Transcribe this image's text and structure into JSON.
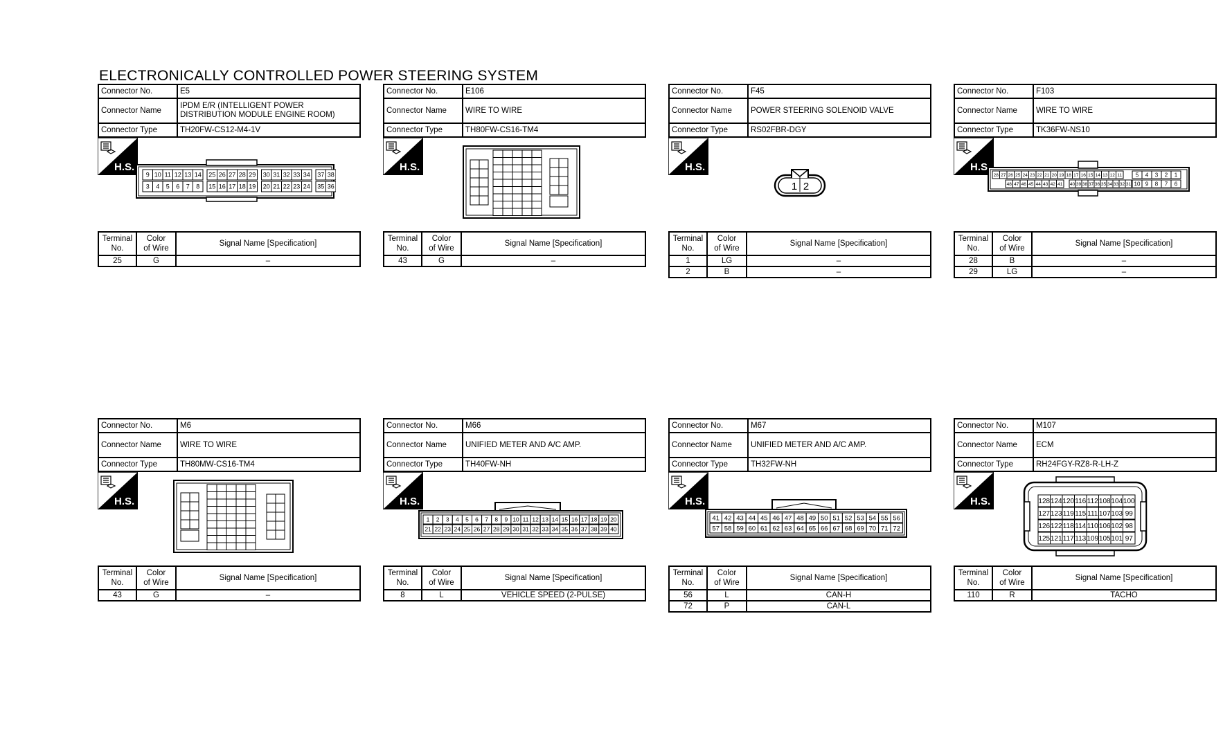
{
  "title": "ELECTRONICALLY CONTROLLED POWER STEERING SYSTEM",
  "labels": {
    "connector_no": "Connector No.",
    "connector_name": "Connector Name",
    "connector_type": "Connector Type",
    "terminal_no_1": "Terminal",
    "terminal_no_2": "No.",
    "color_1": "Color",
    "color_2": "of Wire",
    "signal": "Signal Name [Specification]",
    "hs": "H.S."
  },
  "connectors": [
    {
      "no": "E5",
      "name": "IPDM E/R (INTELLIGENT POWER DISTRIBUTION MODULE ENGINE ROOM)",
      "type": "TH20FW-CS12-M4-1V",
      "rows": [
        {
          "terminal": "25",
          "color": "G",
          "signal": "–"
        }
      ]
    },
    {
      "no": "E106",
      "name": "WIRE TO WIRE",
      "type": "TH80FW-CS16-TM4",
      "rows": [
        {
          "terminal": "43",
          "color": "G",
          "signal": "–"
        }
      ]
    },
    {
      "no": "F45",
      "name": "POWER STEERING SOLENOID VALVE",
      "type": "RS02FBR-DGY",
      "pins": [
        "1",
        "2"
      ],
      "rows": [
        {
          "terminal": "1",
          "color": "LG",
          "signal": "–"
        },
        {
          "terminal": "2",
          "color": "B",
          "signal": "–"
        }
      ]
    },
    {
      "no": "F103",
      "name": "WIRE TO WIRE",
      "type": "TK36FW-NS10",
      "rows": [
        {
          "terminal": "28",
          "color": "B",
          "signal": "–"
        },
        {
          "terminal": "29",
          "color": "LG",
          "signal": "–"
        }
      ]
    },
    {
      "no": "M6",
      "name": "WIRE TO WIRE",
      "type": "TH80MW-CS16-TM4",
      "rows": [
        {
          "terminal": "43",
          "color": "G",
          "signal": "–"
        }
      ]
    },
    {
      "no": "M66",
      "name": "UNIFIED METER AND A/C AMP.",
      "type": "TH40FW-NH",
      "rows": [
        {
          "terminal": "8",
          "color": "L",
          "signal": "VEHICLE SPEED (2-PULSE)"
        }
      ]
    },
    {
      "no": "M67",
      "name": "UNIFIED METER AND A/C AMP.",
      "type": "TH32FW-NH",
      "rows": [
        {
          "terminal": "56",
          "color": "L",
          "signal": "CAN-H"
        },
        {
          "terminal": "72",
          "color": "P",
          "signal": "CAN-L"
        }
      ]
    },
    {
      "no": "M107",
      "name": "ECM",
      "type": "RH24FGY-RZ8-R-LH-Z",
      "rows": [
        {
          "terminal": "110",
          "color": "R",
          "signal": "TACHO"
        }
      ]
    }
  ],
  "pin_maps": {
    "e5_top": [
      "9",
      "10",
      "11",
      "12",
      "13",
      "14",
      "25",
      "26",
      "27",
      "28",
      "29",
      "30",
      "31",
      "32",
      "33",
      "34",
      "37",
      "38"
    ],
    "e5_bot": [
      "3",
      "4",
      "5",
      "6",
      "7",
      "8",
      "15",
      "16",
      "17",
      "18",
      "19",
      "20",
      "21",
      "22",
      "23",
      "24",
      "35",
      "36"
    ],
    "m66_top": [
      "1",
      "2",
      "3",
      "4",
      "5",
      "6",
      "7",
      "8",
      "9",
      "10",
      "11",
      "12",
      "13",
      "14",
      "15",
      "16",
      "17",
      "18",
      "19",
      "20"
    ],
    "m66_bot": [
      "21",
      "22",
      "23",
      "24",
      "25",
      "26",
      "27",
      "28",
      "29",
      "30",
      "31",
      "32",
      "33",
      "34",
      "35",
      "36",
      "37",
      "38",
      "39",
      "40"
    ],
    "m67_top": [
      "41",
      "42",
      "43",
      "44",
      "45",
      "46",
      "47",
      "48",
      "49",
      "50",
      "51",
      "52",
      "53",
      "54",
      "55",
      "56"
    ],
    "m67_bot": [
      "57",
      "58",
      "59",
      "60",
      "61",
      "62",
      "63",
      "64",
      "65",
      "66",
      "67",
      "68",
      "69",
      "70",
      "71",
      "72"
    ],
    "m107_grid": [
      [
        "128",
        "124",
        "120",
        "116",
        "112",
        "108",
        "104",
        "100"
      ],
      [
        "127",
        "123",
        "119",
        "115",
        "111",
        "107",
        "103",
        "99"
      ],
      [
        "126",
        "122",
        "118",
        "114",
        "110",
        "106",
        "102",
        "98"
      ],
      [
        "125",
        "121",
        "117",
        "113",
        "109",
        "105",
        "101",
        "97"
      ]
    ],
    "f103_top": [
      "28",
      "27",
      "26",
      "25",
      "24",
      "23",
      "22",
      "21",
      "20",
      "19",
      "18",
      "17",
      "16",
      "15",
      "14",
      "13",
      "12",
      "11",
      "5",
      "4",
      "3",
      "2",
      "1"
    ],
    "f103_bot": [
      "48",
      "47",
      "46",
      "45",
      "44",
      "43",
      "42",
      "41",
      "40",
      "39",
      "38",
      "37",
      "36",
      "35",
      "34",
      "33",
      "32",
      "31",
      "10",
      "9",
      "8",
      "7",
      "6"
    ]
  }
}
